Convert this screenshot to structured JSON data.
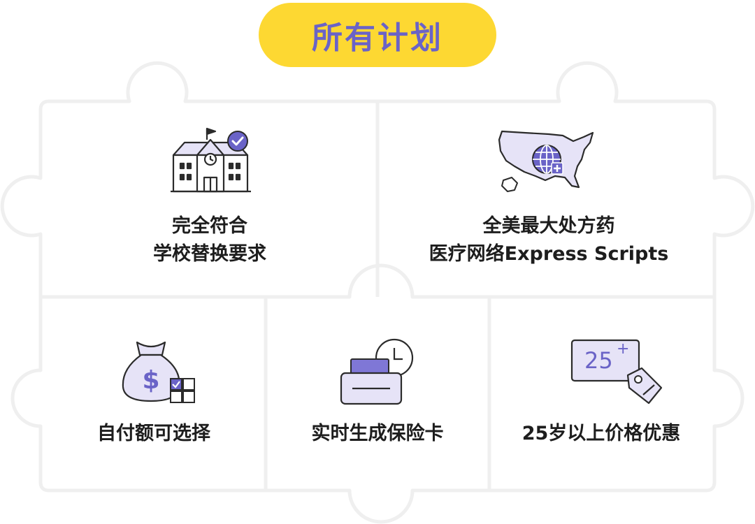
{
  "title": "所有计划",
  "features": [
    {
      "line1": "完全符合",
      "line2": "学校替换要求",
      "icon": "school-check-icon"
    },
    {
      "line1": "全美最大处方药",
      "line2": "医疗网络Express Scripts",
      "icon": "us-map-globe-icon"
    },
    {
      "line1": "自付额可选择",
      "icon": "money-bag-icon"
    },
    {
      "line1": "实时生成保险卡",
      "icon": "insurance-card-clock-icon"
    },
    {
      "line1": "25岁以上价格优惠",
      "icon": "age-price-tag-icon"
    }
  ],
  "badge": {
    "age_text": "25",
    "age_plus": "+"
  },
  "colors": {
    "accent": "#6a63c7",
    "icon_fill": "#e6e3f7",
    "pill": "#fdd832",
    "outline": "#eeeeee"
  }
}
